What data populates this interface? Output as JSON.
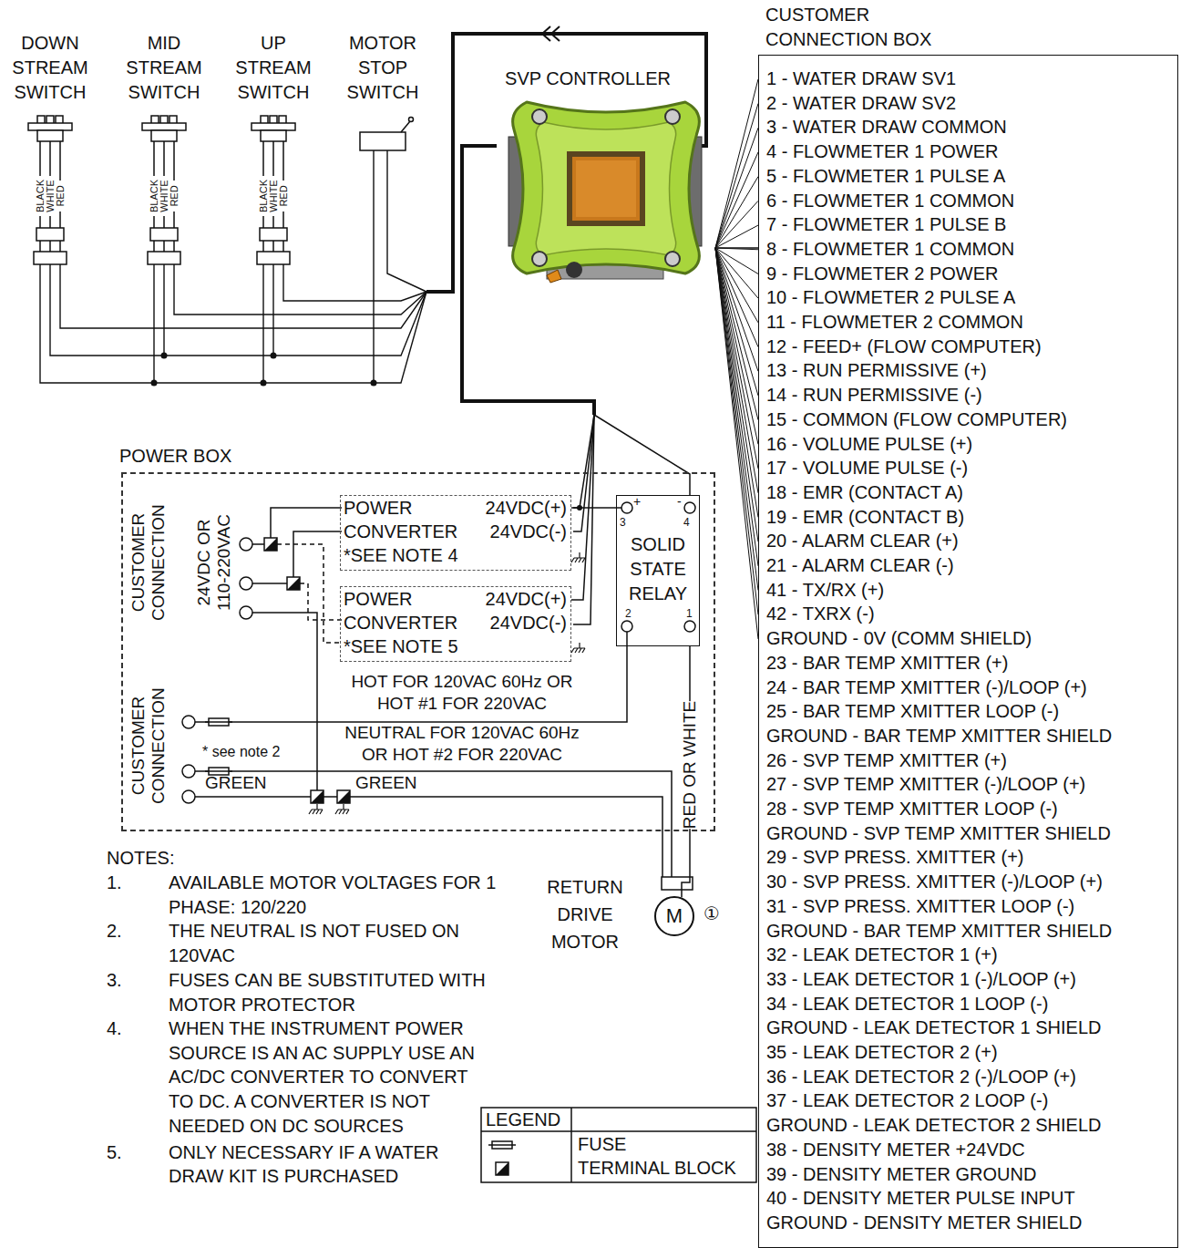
{
  "diagram": {
    "nodes": [
      {
        "text": [
          "SVP CONTROLLER"
        ]
      },
      {
        "text": [
          "CUSTOMER CONNECTION BOX",
          "1 - WATER DRAW SV1",
          "2 - WATER DRAW SV2",
          "3 - WATER DRAW COMMON",
          "4 - FLOWMETER 1 POWER",
          "5 - FLOWMETER 1 PULSE A",
          "6 - FLOWMETER 1 COMMON",
          "7 - FLOWMETER 1 PULSE B",
          "8 - FLOWMETER 1 COMMON",
          "9 - FLOWMETER 2 POWER",
          "10 - FLOWMETER 2 PULSE A",
          "11 - FLOWMETER 2 COMMON",
          "12 - FEED+ (FLOW COMPUTER)",
          "13 - RUN PERMISSIVE (+)",
          "14 - RUN PERMISSIVE (-)",
          "15 - COMMON (FLOW COMPUTER)",
          "16 - VOLUME PULSE (+)",
          "17 - VOLUME PULSE (-)",
          "18 - EMR (CONTACT A)",
          "19 - EMR (CONTACT B)",
          "20 - ALARM CLEAR (+)",
          "21 - ALARM CLEAR (-)",
          "41 - TX/RX (+)",
          "42 - TXRX (-)",
          "GROUND - 0V (COMM SHIELD)",
          "23 - BAR TEMP XMITTER (+)",
          "24 - BAR TEMP XMITTER (-)/LOOP (+)",
          "25 - BAR TEMP XMITTER LOOP (-)",
          "GROUND - BAR TEMP XMITTER SHIELD",
          "26 - SVP TEMP XMITTER (+)",
          "27 - SVP TEMP XMITTER (-)/LOOP (+)",
          "28 - SVP TEMP XMITTER LOOP (-)",
          "GROUND - SVP TEMP XMITTER SHIELD",
          "29 - SVP PRESS. XMITTER (+)",
          "30 - SVP PRESS. XMITTER (-)/LOOP (+)",
          "31 - SVP PRESS. XMITTER LOOP (-)",
          "GROUND - BAR TEMP XMITTER SHIELD",
          "32 - LEAK DETECTOR 1 (+)",
          "33 - LEAK DETECTOR 1 (-)/LOOP (+)",
          "34 - LEAK DETECTOR 1 LOOP (-)",
          "GROUND - LEAK DETECTOR 1 SHIELD",
          "35 - LEAK DETECTOR 2 (+)",
          "36 - LEAK DETECTOR 2 (-)/LOOP (+)",
          "37 - LEAK DETECTOR 2 LOOP (-)",
          "GROUND - LEAK DETECTOR 2 SHIELD",
          "38 - DENSITY METER +24VDC",
          "39 - DENSITY METER GROUND",
          "40 - DENSITY METER PULSE INPUT",
          "GROUND - DENSITY METER SHIELD"
        ]
      },
      {
        "text": [
          "POWER BOX"
        ]
      },
      {
        "text": [
          "POWER CONVERTER *SEE NOTE 4",
          "24VDC(+)",
          "24VDC(-)"
        ],
        "in": 2
      },
      {
        "text": [
          "POWER CONVERTER *SEE NOTE 5",
          "24VDC(+)",
          "24VDC(-)"
        ],
        "in": 2
      },
      {
        "text": [
          "SOLID STATE RELAY",
          "+",
          "3",
          "-",
          "4",
          "2",
          "1"
        ],
        "in": 2
      },
      {
        "text": [
          "M",
          "RETURN DRIVE MOTOR"
        ]
      }
    ],
    "edges": [
      {
        "from": 0,
        "to": 1,
        "arrow": "none"
      },
      {
        "from": 0,
        "to": 3,
        "arrow": "none"
      },
      {
        "from": 0,
        "to": 4,
        "arrow": "none"
      },
      {
        "from": 0,
        "to": 5,
        "arrow": "none"
      },
      {
        "from": 5,
        "to": 6,
        "label": "RED OR WHITE",
        "arrow": "none"
      }
    ],
    "labels": [
      "DOWN STREAM SWITCH",
      "MID STREAM SWITCH",
      "UP STREAM SWITCH",
      "MOTOR STOP SWITCH",
      "BLACK",
      "WHITE",
      "RED",
      "BLACK",
      "WHITE",
      "RED",
      "BLACK",
      "WHITE",
      "RED",
      "CUSTOMER CONNECTION",
      "24VDC OR 110-220VAC",
      "HOT FOR 120VAC 60Hz OR HOT #1 FOR 220VAC",
      "CUSTOMER CONNECTION",
      "* see note 2",
      "NEUTRAL FOR 120VAC 60Hz OR HOT #2 FOR 220VAC",
      "GREEN",
      "GREEN",
      "①",
      "NOTES:",
      "1.",
      "AVAILABLE MOTOR VOLTAGES FOR 1 PHASE: 120/220",
      "2.",
      "THE NEUTRAL IS NOT FUSED ON 120VAC",
      "3.",
      "FUSES CAN BE SUBSTITUTED WITH MOTOR PROTECTOR",
      "4.",
      "WHEN THE INSTRUMENT POWER SOURCE IS AN AC SUPPLY USE AN AC/DC CONVERTER TO CONVERT TO DC. A CONVERTER IS NOT NEEDED ON DC SOURCES",
      "5.",
      "ONLY NECESSARY IF A WATER DRAW KIT IS PURCHASED",
      "LEGEND"
    ],
    "legend": [
      {
        "text": "FUSE"
      },
      {
        "text": "TERMINAL BLOCK"
      }
    ]
  }
}
